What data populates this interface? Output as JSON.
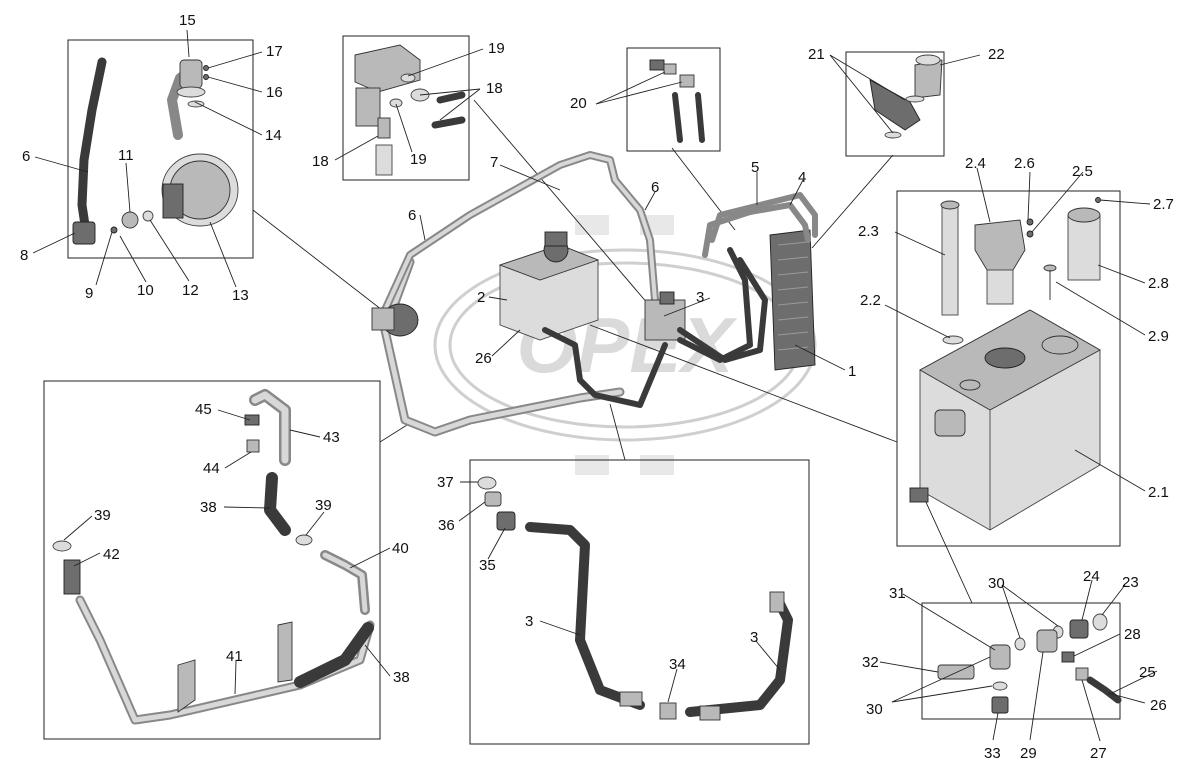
{
  "diagram": {
    "watermark": "ОРЕХ",
    "labels": {
      "l1": "1",
      "l2": "2",
      "l3a": "3",
      "l3b": "3",
      "l3c": "3",
      "l4": "4",
      "l5": "5",
      "l6a": "6",
      "l6b": "6",
      "l6c": "6",
      "l7": "7",
      "l8": "8",
      "l9": "9",
      "l10": "10",
      "l11": "11",
      "l12": "12",
      "l13": "13",
      "l14": "14",
      "l15": "15",
      "l16": "16",
      "l17": "17",
      "l18a": "18",
      "l18b": "18",
      "l19a": "19",
      "l19b": "19",
      "l20": "20",
      "l21": "21",
      "l22": "22",
      "l23": "23",
      "l24": "24",
      "l25": "25",
      "l26a": "26",
      "l26b": "26",
      "l27": "27",
      "l28": "28",
      "l29": "29",
      "l30a": "30",
      "l30b": "30",
      "l31": "31",
      "l32": "32",
      "l33": "33",
      "l34": "34",
      "l35": "35",
      "l36": "36",
      "l37": "37",
      "l38a": "38",
      "l38b": "38",
      "l39a": "39",
      "l39b": "39",
      "l40": "40",
      "l41": "41",
      "l42": "42",
      "l43": "43",
      "l44": "44",
      "l45": "45",
      "l21_1": "2.1",
      "l22_1": "2.2",
      "l23_1": "2.3",
      "l24_1": "2.4",
      "l25_1": "2.5",
      "l26_1": "2.6",
      "l27_1": "2.7",
      "l28_1": "2.8",
      "l29_1": "2.9"
    }
  }
}
